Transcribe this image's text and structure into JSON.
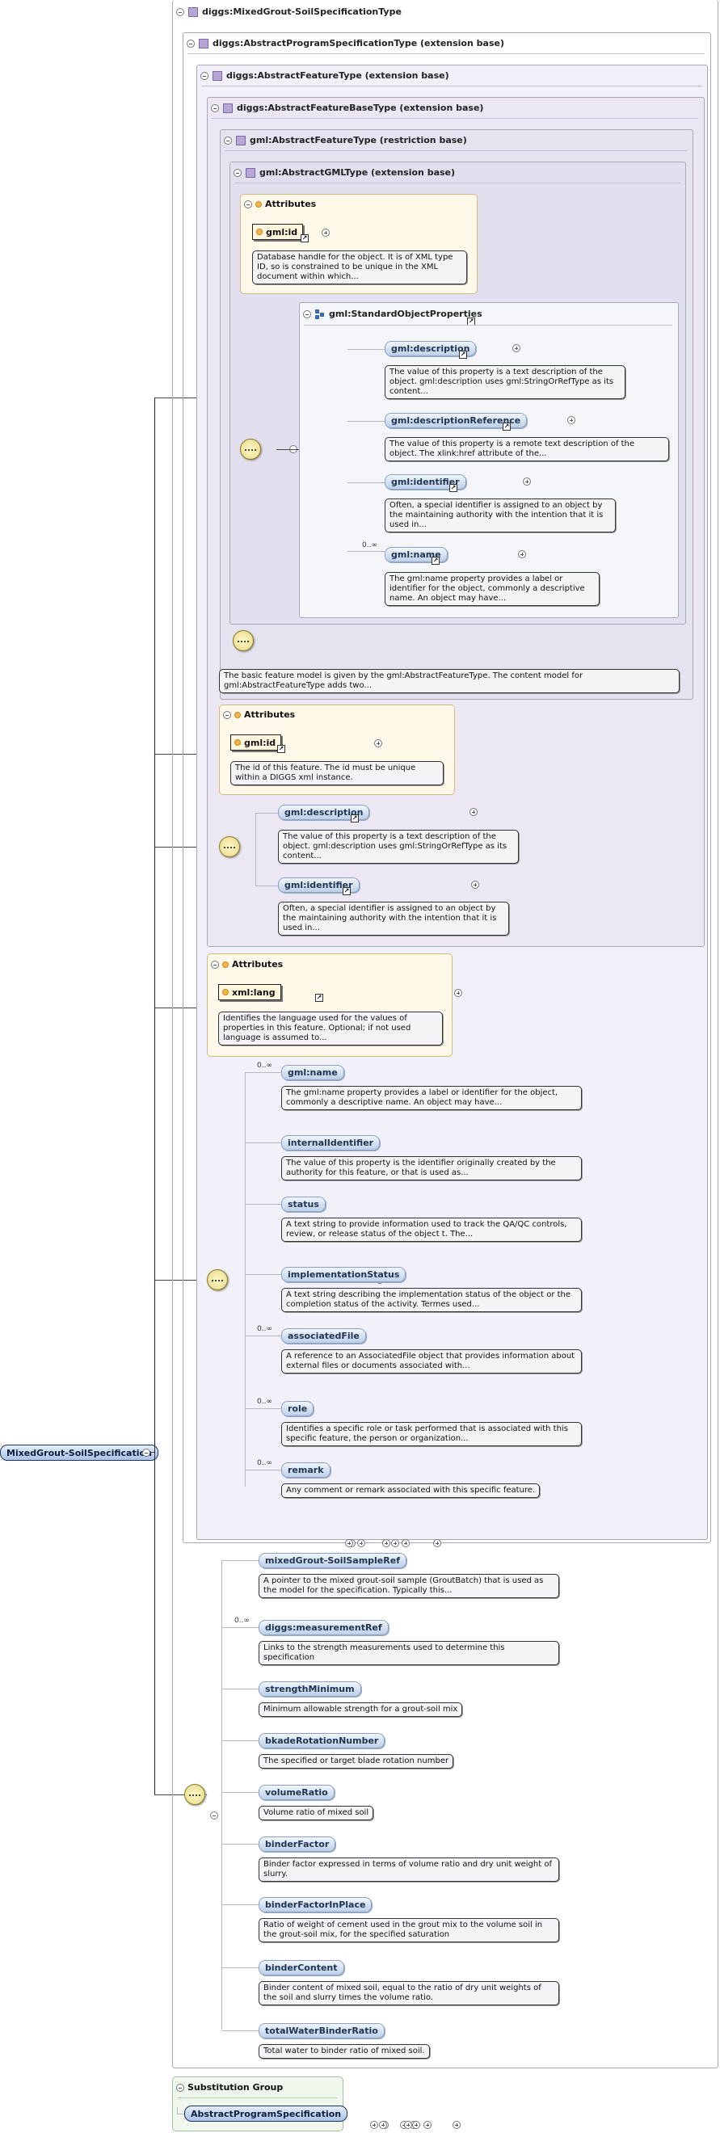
{
  "root": {
    "label": "MixedGrout-SoilSpecification"
  },
  "types": {
    "t0": "diggs:MixedGrout-SoilSpecificationType",
    "t1": "diggs:AbstractProgramSpecificationType (extension base)",
    "t2": "diggs:AbstractFeatureType (extension base)",
    "t3": "diggs:AbstractFeatureBaseType (extension base)",
    "t4": "gml:AbstractFeatureType (restriction base)",
    "t5": "gml:AbstractGMLType (extension base)"
  },
  "gml_attrs": {
    "heading": "Attributes",
    "id_label": "gml:id",
    "id_desc": "Database handle for the object. It is of XML type ID, so is constrained to be unique in the XML document within which..."
  },
  "std_props": {
    "title": "gml:StandardObjectProperties",
    "description": {
      "label": "gml:description",
      "desc": "The value of this property is a text description of the object. gml:description uses gml:StringOrRefType as its content..."
    },
    "descriptionReference": {
      "label": "gml:descriptionReference",
      "desc": "The value of this property is a remote text description of the object. The xlink:href attribute of the..."
    },
    "identifier": {
      "label": "gml:identifier",
      "desc": "Often, a special identifier is assigned to an object by the maintaining authority with the intention that it is used in..."
    },
    "name": {
      "label": "gml:name",
      "mult": "0..∞",
      "desc": "The gml:name property provides a label or identifier for the object, commonly a descriptive name. An object may have..."
    }
  },
  "feature_desc": "The basic feature model is given by the gml:AbstractFeatureType. The content model for gml:AbstractFeatureType adds two...",
  "base_attrs": {
    "heading": "Attributes",
    "id_label": "gml:id",
    "id_desc": "The id of this feature. The id must be unique within a DIGGS xml instance."
  },
  "base_seq": {
    "description": {
      "label": "gml:description",
      "desc": "The value of this property is a text description of the object. gml:description uses gml:StringOrRefType as its content..."
    },
    "identifier": {
      "label": "gml:identifier",
      "desc": "Often, a special identifier is assigned to an object by the maintaining authority with the intention that it is used in..."
    }
  },
  "lang_attrs": {
    "heading": "Attributes",
    "lang_label": "xml:lang",
    "lang_desc": "Identifies the language used for the values of properties in this feature. Optional; if not used language is assumed to..."
  },
  "feature_seq": [
    {
      "label": "gml:name",
      "mult": "0..∞",
      "desc": "The gml:name property provides a label or identifier for the object, commonly a descriptive name. An object may have..."
    },
    {
      "label": "internalIdentifier",
      "mult": "",
      "desc": "The value of this property is the identifier originally created by the authority for this feature, or that is used as..."
    },
    {
      "label": "status",
      "mult": "",
      "desc": "A text string to provide information used to track the QA/QC controls, review, or release status of the object t. The..."
    },
    {
      "label": "implementationStatus",
      "mult": "",
      "desc": "A text string describing the implementation status of the object or the completion status of the activity. Termes used..."
    },
    {
      "label": "associatedFile",
      "mult": "0..∞",
      "desc": "A reference to an AssociatedFile object that provides information about external files or documents associated with..."
    },
    {
      "label": "role",
      "mult": "0..∞",
      "desc": "Identifies a specific role or task performed that is associated with this specific feature, the person or organization..."
    },
    {
      "label": "remark",
      "mult": "0..∞",
      "desc": "Any comment or remark associated with this specific feature."
    }
  ],
  "main_seq": [
    {
      "label": "mixedGrout-SoilSampleRef",
      "mult": "",
      "desc": "A pointer to the mixed grout-soil sample (GroutBatch) that is used as the model for the specification. Typically this..."
    },
    {
      "label": "diggs:measurementRef",
      "mult": "0..∞",
      "desc": "Links to the strength measurements used to determine this specification"
    },
    {
      "label": "strengthMinimum",
      "mult": "",
      "desc": "Minimum allowable strength for a grout-soil mix"
    },
    {
      "label": "bkadeRotationNumber",
      "mult": "",
      "desc": "The specified or target blade rotation number"
    },
    {
      "label": "volumeRatio",
      "mult": "",
      "desc": "Volume ratio of mixed soil"
    },
    {
      "label": "binderFactor",
      "mult": "",
      "desc": "Binder factor expressed in terms of volume ratio and dry unit weight of slurry."
    },
    {
      "label": "binderFactorInPlace",
      "mult": "",
      "desc": "Ratio of weight of cement used in the grout mix to the volume soil in the grout-soil mix, for the specified saturation"
    },
    {
      "label": "binderContent",
      "mult": "",
      "desc": "Binder content of mixed soil, equal to the ratio of dry unit weights of the soil and slurry times the volume ratio."
    },
    {
      "label": "totalWaterBinderRatio",
      "mult": "",
      "desc": "Total water to binder ratio of mixed soil."
    }
  ],
  "subst": {
    "heading": "Substitution Group",
    "label": "AbstractProgramSpecification"
  }
}
